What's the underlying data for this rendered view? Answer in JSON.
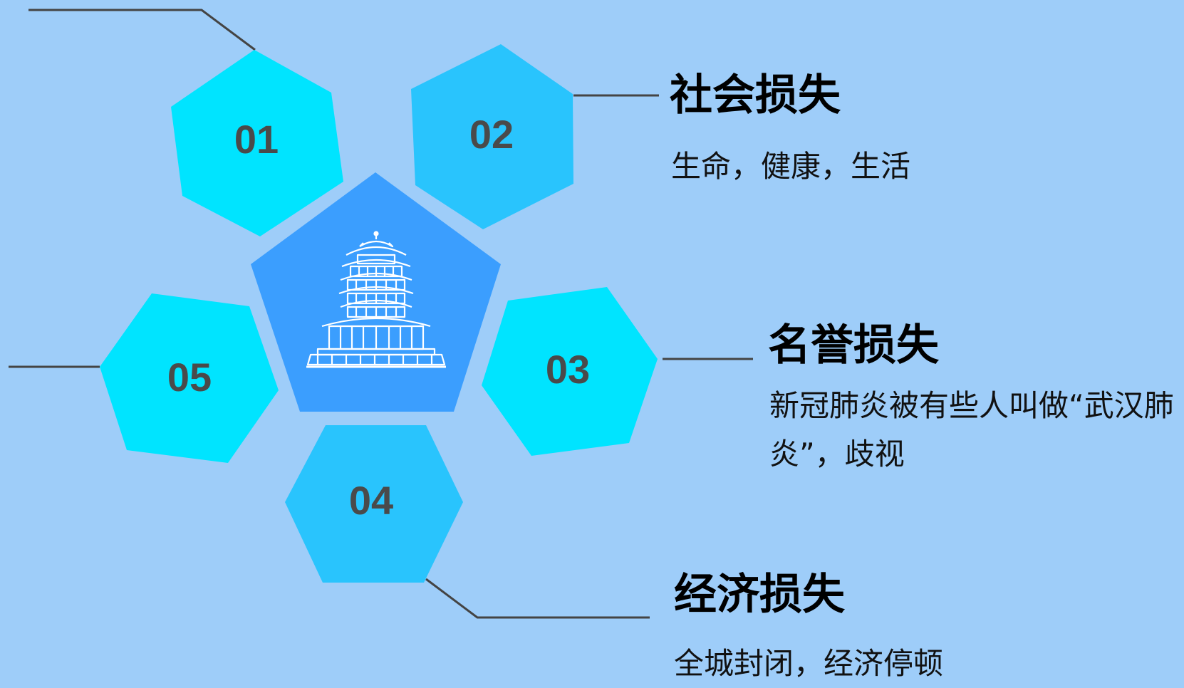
{
  "nodes": [
    {
      "label": "01",
      "color": "#00e4ff"
    },
    {
      "label": "02",
      "color": "#29c4fd"
    },
    {
      "label": "03",
      "color": "#00e4ff"
    },
    {
      "label": "04",
      "color": "#29c4fd"
    },
    {
      "label": "05",
      "color": "#00e4ff"
    }
  ],
  "center": {
    "color": "#3b9efe",
    "icon": "yellow-crane-tower-icon"
  },
  "items": [
    {
      "title": "社会损失",
      "desc": "生命，健康，生活"
    },
    {
      "title": "名誉损失",
      "desc": "新冠肺炎被有些人叫做“武汉肺炎”，歧视"
    },
    {
      "title": "经济损失",
      "desc": "全城封闭，经济停顿"
    }
  ],
  "colors": {
    "background": "#9ecdf9",
    "connector": "#444444",
    "number": "#4a4a4a"
  }
}
